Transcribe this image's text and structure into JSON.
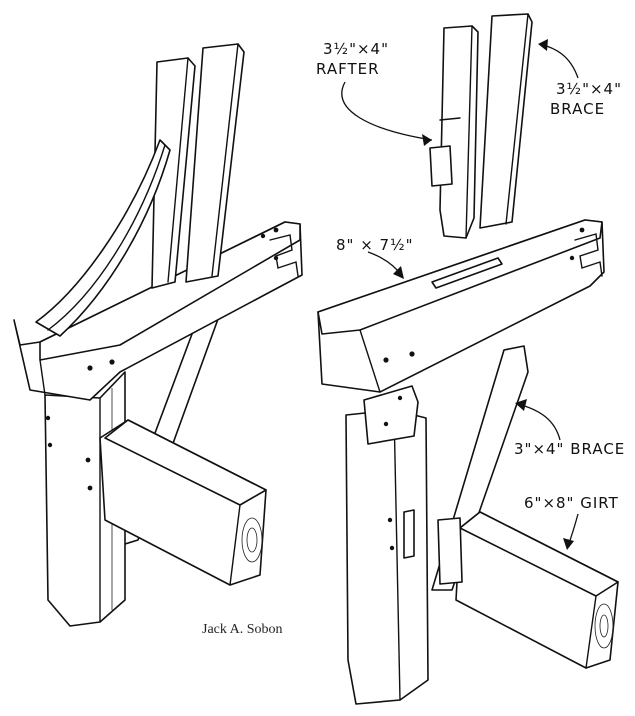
{
  "labels": {
    "rafter_size": "3½\"×4\"",
    "rafter_name": "RAFTER",
    "brace_top_size": "3½\"×4\"",
    "brace_top_name": "BRACE",
    "beam_size": "8\" × 7½\"",
    "brace_lower": "3\"×4\" BRACE",
    "girt": "6\"×8\" GIRT"
  },
  "credit": "Jack A. Sobon",
  "colors": {
    "ink": "#111111",
    "paper": "#ffffff"
  }
}
